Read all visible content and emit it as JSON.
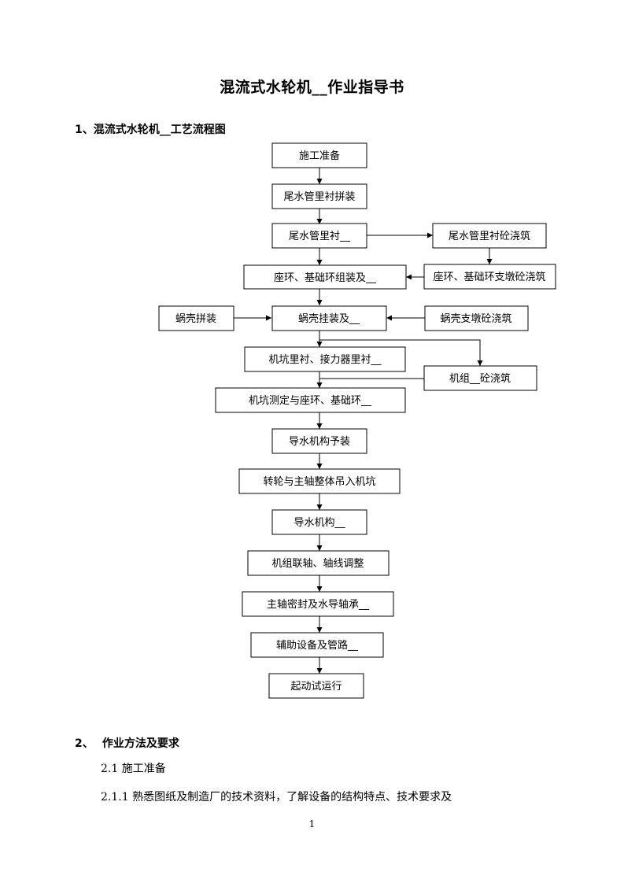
{
  "document": {
    "title": "混流式水轮机__作业指导书",
    "section1_heading": "1、混流式水轮机__工艺流程图",
    "section2_number": "2、",
    "section2_heading": "作业方法及要求",
    "para_2_1": "2.1 施工准备",
    "para_2_1_1": "2.1.1 熟悉图纸及制造厂的技术资料，了解设备的结构特点、技术要求及",
    "page_number": "1"
  },
  "flowchart": {
    "boxes": {
      "prep": "施工准备",
      "draft_tube_assembly": "尾水管里衬拼装",
      "draft_tube_liner": "尾水管里衬__",
      "draft_tube_concrete": "尾水管里衬砼浇筑",
      "stay_ring_assembly": "座环、基础环组装及__",
      "stay_ring_concrete": "座环、基础环支墩砼浇筑",
      "spiral_assembly": "蜗壳拼装",
      "spiral_hanging": "蜗壳挂装及__",
      "spiral_support_concrete": "蜗壳支墩砼浇筑",
      "pit_liner": "机坑里衬、接力器里衬__",
      "unit_concrete": "机组__砼浇筑",
      "pit_measure": "机坑测定与座环、基础环__",
      "guide_pre": "导水机构予装",
      "runner_lift": "转轮与主轴整体吊入机坑",
      "guide_install": "导水机构__",
      "shaft_align": "机组联轴、轴线调整",
      "seal_bearing": "主轴密封及水导轴承__",
      "aux_piping": "辅助设备及管路__",
      "trial_run": "起动试运行"
    }
  }
}
